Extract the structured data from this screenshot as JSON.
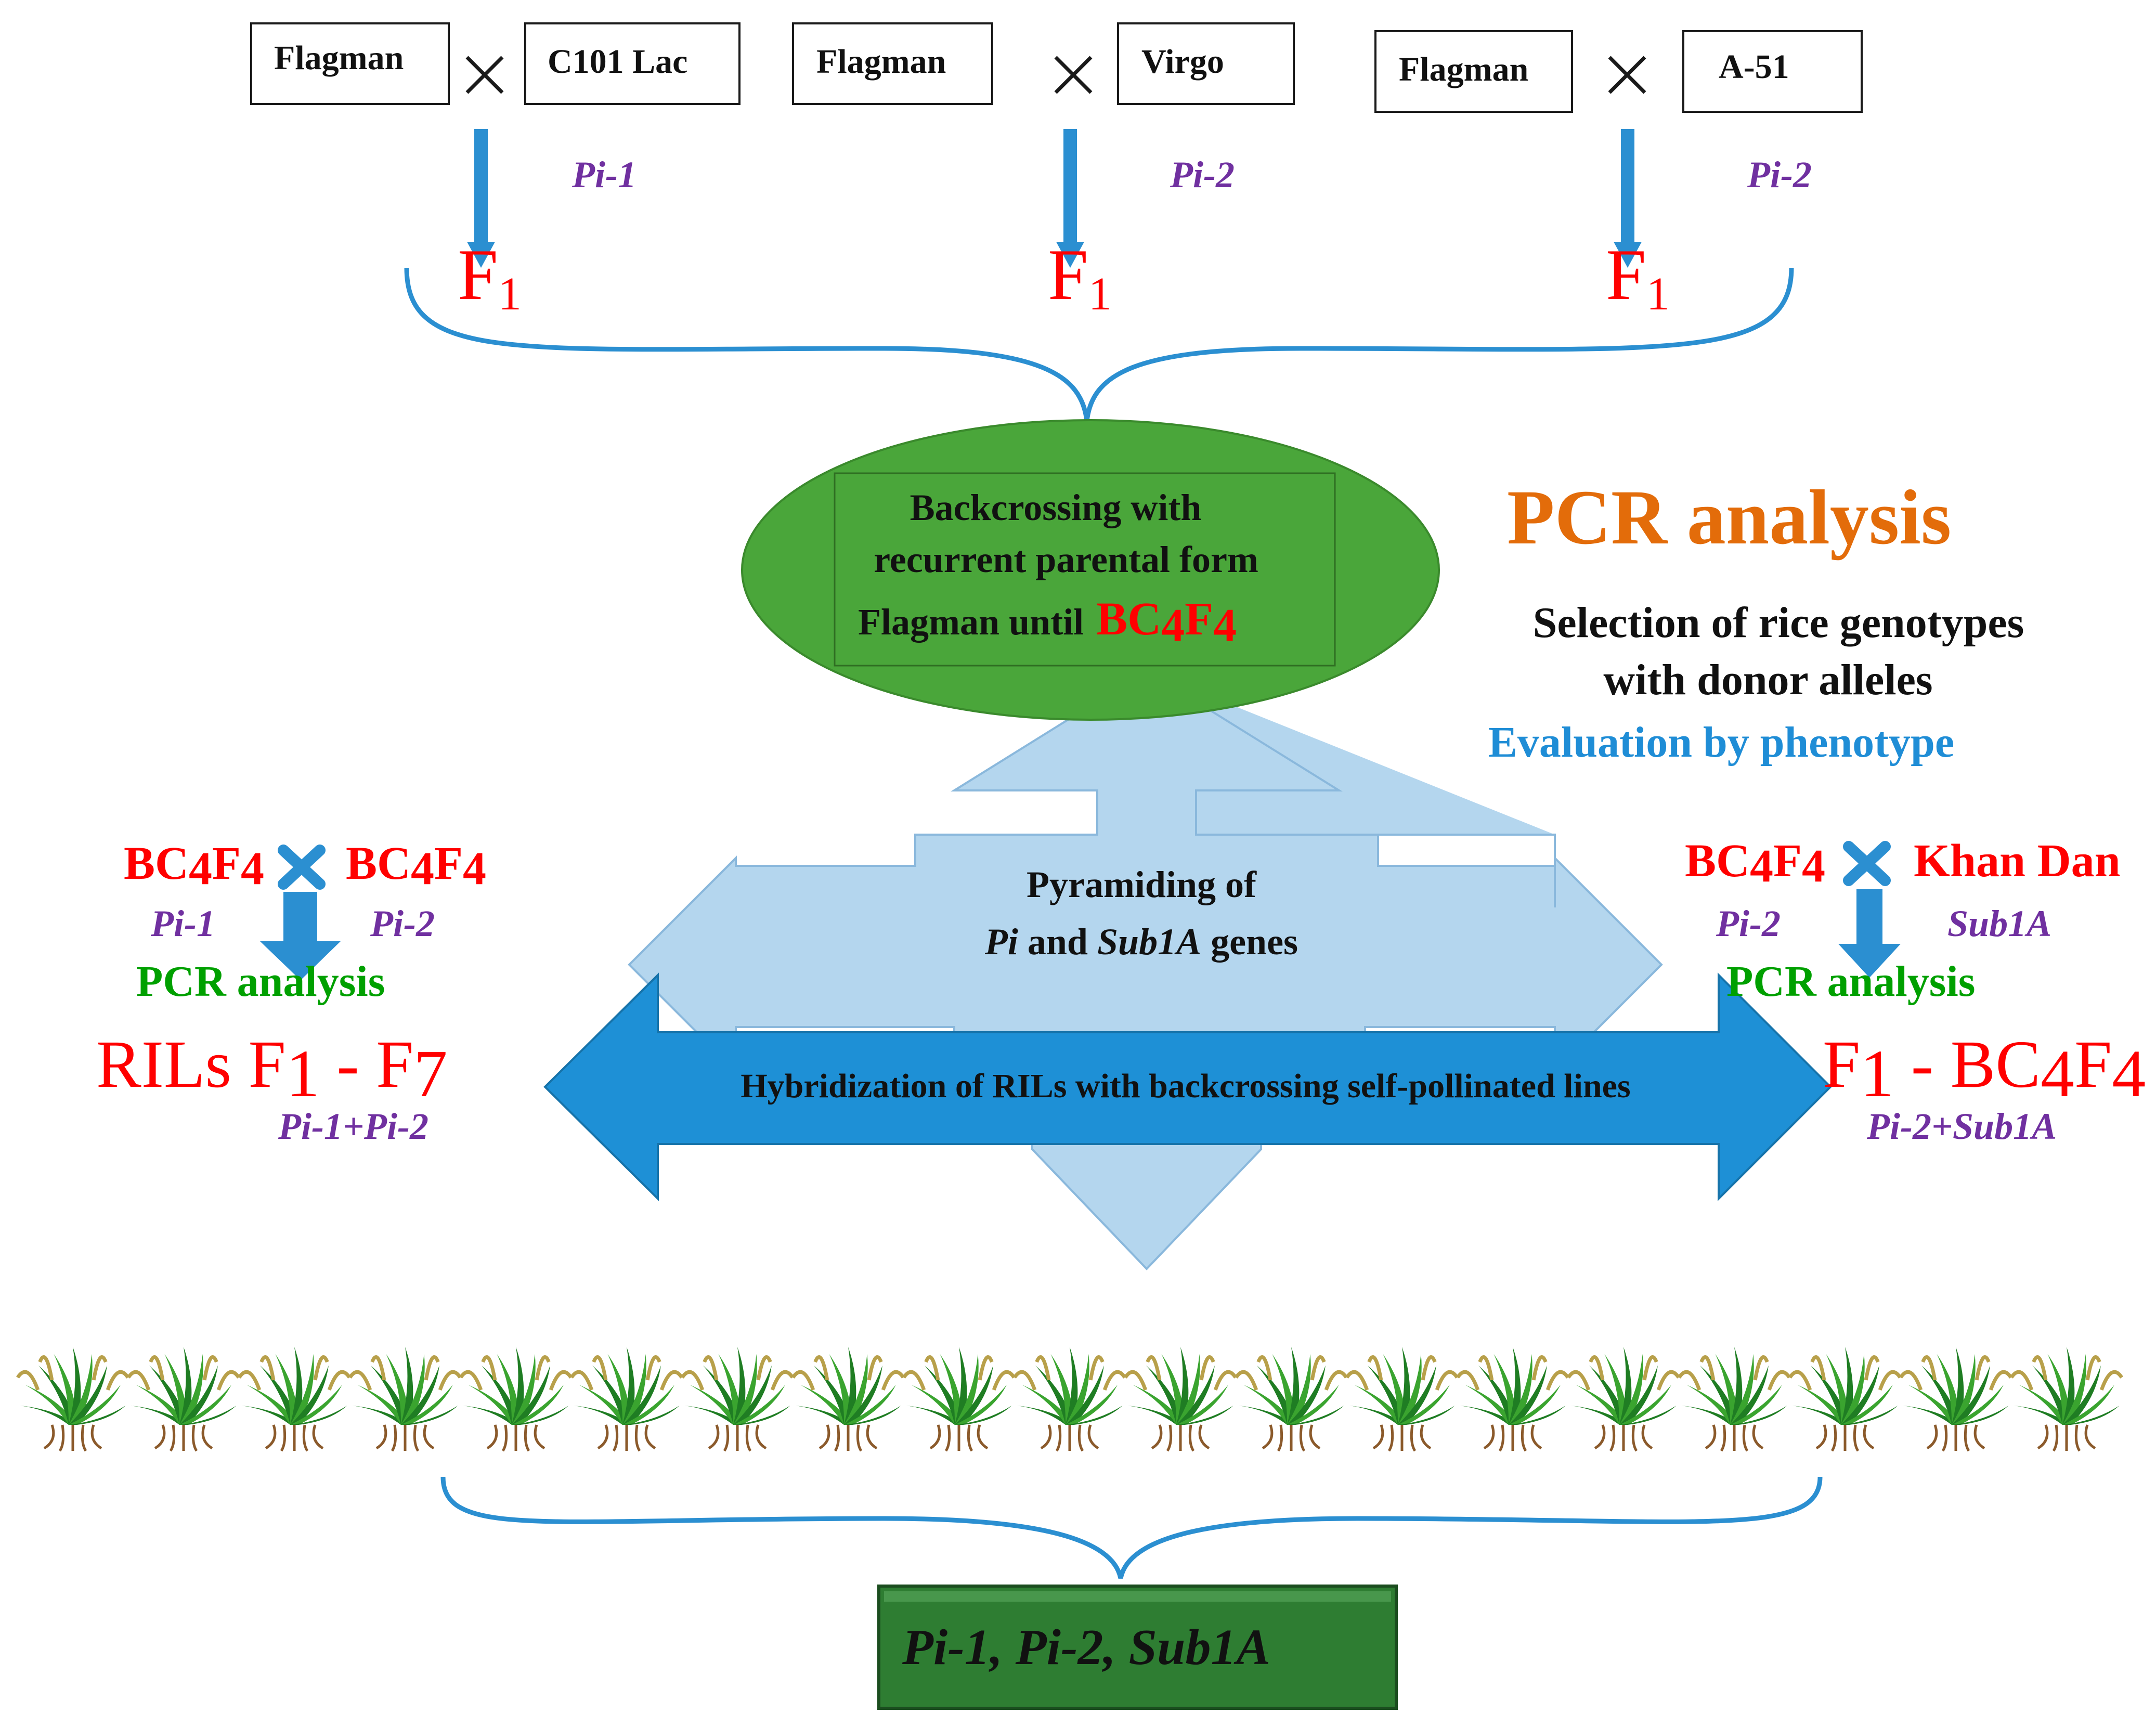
{
  "crosses": [
    {
      "female": "Flagman",
      "male": "C101 Lac",
      "gene": "Pi-1",
      "progeny": "F",
      "progeny_sub": "1"
    },
    {
      "female": "Flagman",
      "male": "Virgo",
      "gene": "Pi-2",
      "progeny": "F",
      "progeny_sub": "1"
    },
    {
      "female": "Flagman",
      "male": "A-51",
      "gene": "Pi-2",
      "progeny": "F",
      "progeny_sub": "1"
    }
  ],
  "cross_symbol": "×",
  "backcross": {
    "line1": "Backcrossing with",
    "line2": "recurrent parental form",
    "line3_prefix": "Flagman until",
    "generation": {
      "a": "BC",
      "a_sub": "4",
      "b": "F",
      "b_sub": "4"
    }
  },
  "pcr_panel": {
    "title": "PCR analysis",
    "line1": "Selection of rice genotypes",
    "line2": "with donor alleles",
    "line3": "Evaluation by phenotype"
  },
  "center": {
    "pyramid_line1": "Pyramiding of",
    "pyramid_gene1": "Pi",
    "pyramid_and": "and",
    "pyramid_gene2": "Sub1A",
    "pyramid_genes": "genes",
    "hybridization": "Hybridization of RILs with backcrossing self-pollinated lines"
  },
  "left": {
    "parent1": {
      "a": "BC",
      "a_sub": "4",
      "b": "F",
      "b_sub": "4"
    },
    "parent2": {
      "a": "BC",
      "a_sub": "4",
      "b": "F",
      "b_sub": "4"
    },
    "gene1": "Pi-1",
    "gene2": "Pi-2",
    "pcr": "PCR analysis",
    "result": {
      "a": "RILs F",
      "a_sub": "1",
      "dash": " - ",
      "b": "F",
      "b_sub": "7"
    },
    "combo": "Pi-1+Pi-2"
  },
  "right": {
    "parent1": {
      "a": "BC",
      "a_sub": "4",
      "b": "F",
      "b_sub": "4"
    },
    "parent2": "Khan Dan",
    "gene1": "Pi-2",
    "gene2": "Sub1A",
    "pcr": "PCR analysis",
    "result": {
      "a": "F",
      "a_sub": "1",
      "dash": " - ",
      "b": "BC",
      "b_sub": "4",
      "c": "F",
      "c_sub": "4"
    },
    "combo": "Pi-2+Sub1A"
  },
  "final": "Pi-1, Pi-2, Sub1A",
  "plants": {
    "count": 19,
    "icon": "rice-plant-icon"
  },
  "colors": {
    "red": "#ff0000",
    "purple": "#7030a0",
    "green_text": "#00a000",
    "orange": "#e36c0a",
    "blue_text": "#1f8dd6",
    "arrow_blue": "#2b8fd1",
    "light_blue": "#b4d6ee",
    "ellipse_green": "#4aa63a",
    "final_green": "#2e7d32"
  }
}
